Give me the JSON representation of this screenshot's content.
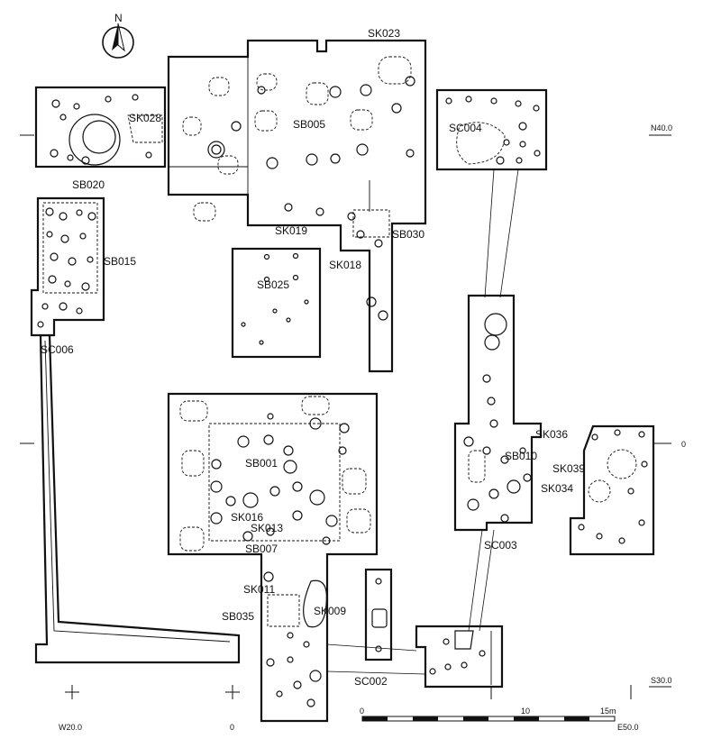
{
  "north_label": "N",
  "feature_labels": {
    "sk023": "SK023",
    "sk028": "SK028",
    "sb005": "SB005",
    "sc004": "SC004",
    "sb020": "SB020",
    "sb015": "SB015",
    "sk019": "SK019",
    "sb030": "SB030",
    "sk018": "SK018",
    "sb025": "SB025",
    "sc006": "SC006",
    "sb001": "SB001",
    "sk016": "SK016",
    "sk013": "SK013",
    "sb007": "SB007",
    "sk011": "SK011",
    "sb035": "SB035",
    "sk009": "SK009",
    "sc002": "SC002",
    "sk036": "SK036",
    "sb010": "SB010",
    "sk039": "SK039",
    "sk034": "SK034",
    "sc003": "SC003"
  },
  "grid_labels": {
    "n40": "N40.0",
    "zero_right": "0",
    "s30": "S30.0",
    "w20": "W20.0",
    "zero_bottom": "0",
    "e50": "E50.0"
  },
  "scale": {
    "t0": "0",
    "t10": "10",
    "t15": "15m"
  }
}
